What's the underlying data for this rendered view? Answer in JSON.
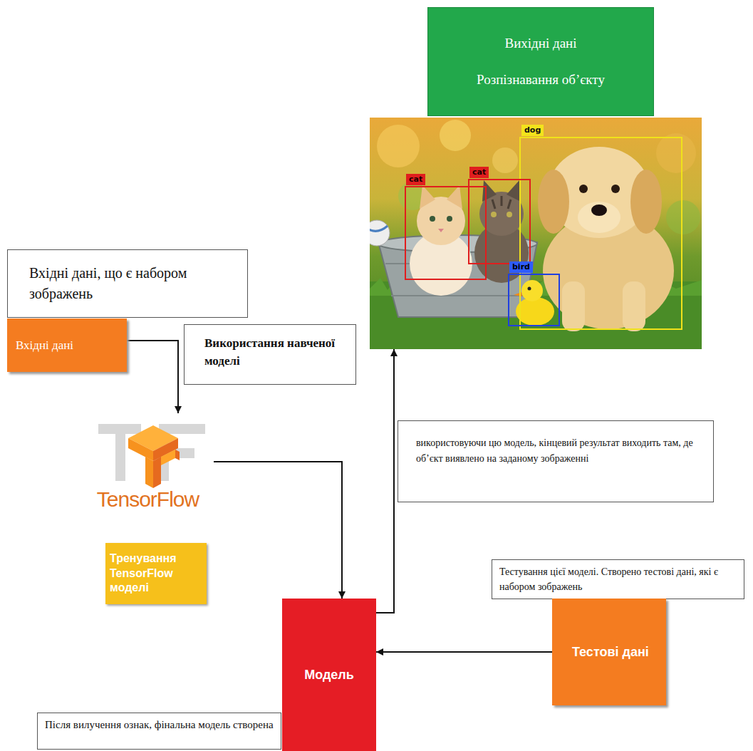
{
  "diagram": {
    "nodes": [
      {
        "text": [
          "Вихідні дані",
          "Розпізнавання об’єкту"
        ]
      },
      {
        "text": [
          "dog",
          "cat",
          "cat",
          "bird"
        ]
      },
      {
        "text": [
          "Вхідні дані, що є набором зображень"
        ]
      },
      {
        "text": [
          "Вхідні дані"
        ]
      },
      {
        "text": [
          "Використання навченої моделі"
        ]
      },
      {
        "text": [
          "використовуючи цю модель, кінцевий результат виходить там, де об’єкт виявлено на заданому зображенні"
        ]
      },
      {
        "text": [
          "TensorFlow"
        ]
      },
      {
        "text": [
          "Тренування TensorFlow моделі"
        ]
      },
      {
        "text": [
          "Тестування цієї моделі. Створено тестові дані, які є набором зображень"
        ]
      },
      {
        "text": [
          "Модель"
        ]
      },
      {
        "text": [
          "Тестові дані"
        ]
      },
      {
        "text": [
          "Після вилучення ознак, фінальна модель створена"
        ]
      }
    ],
    "edges": [
      {
        "from": 3,
        "to": 6,
        "arrow": "to"
      },
      {
        "from": 6,
        "to": 9,
        "arrow": "to"
      },
      {
        "from": 10,
        "to": 9,
        "arrow": "to"
      },
      {
        "from": 9,
        "to": 1,
        "arrow": "to"
      }
    ]
  }
}
